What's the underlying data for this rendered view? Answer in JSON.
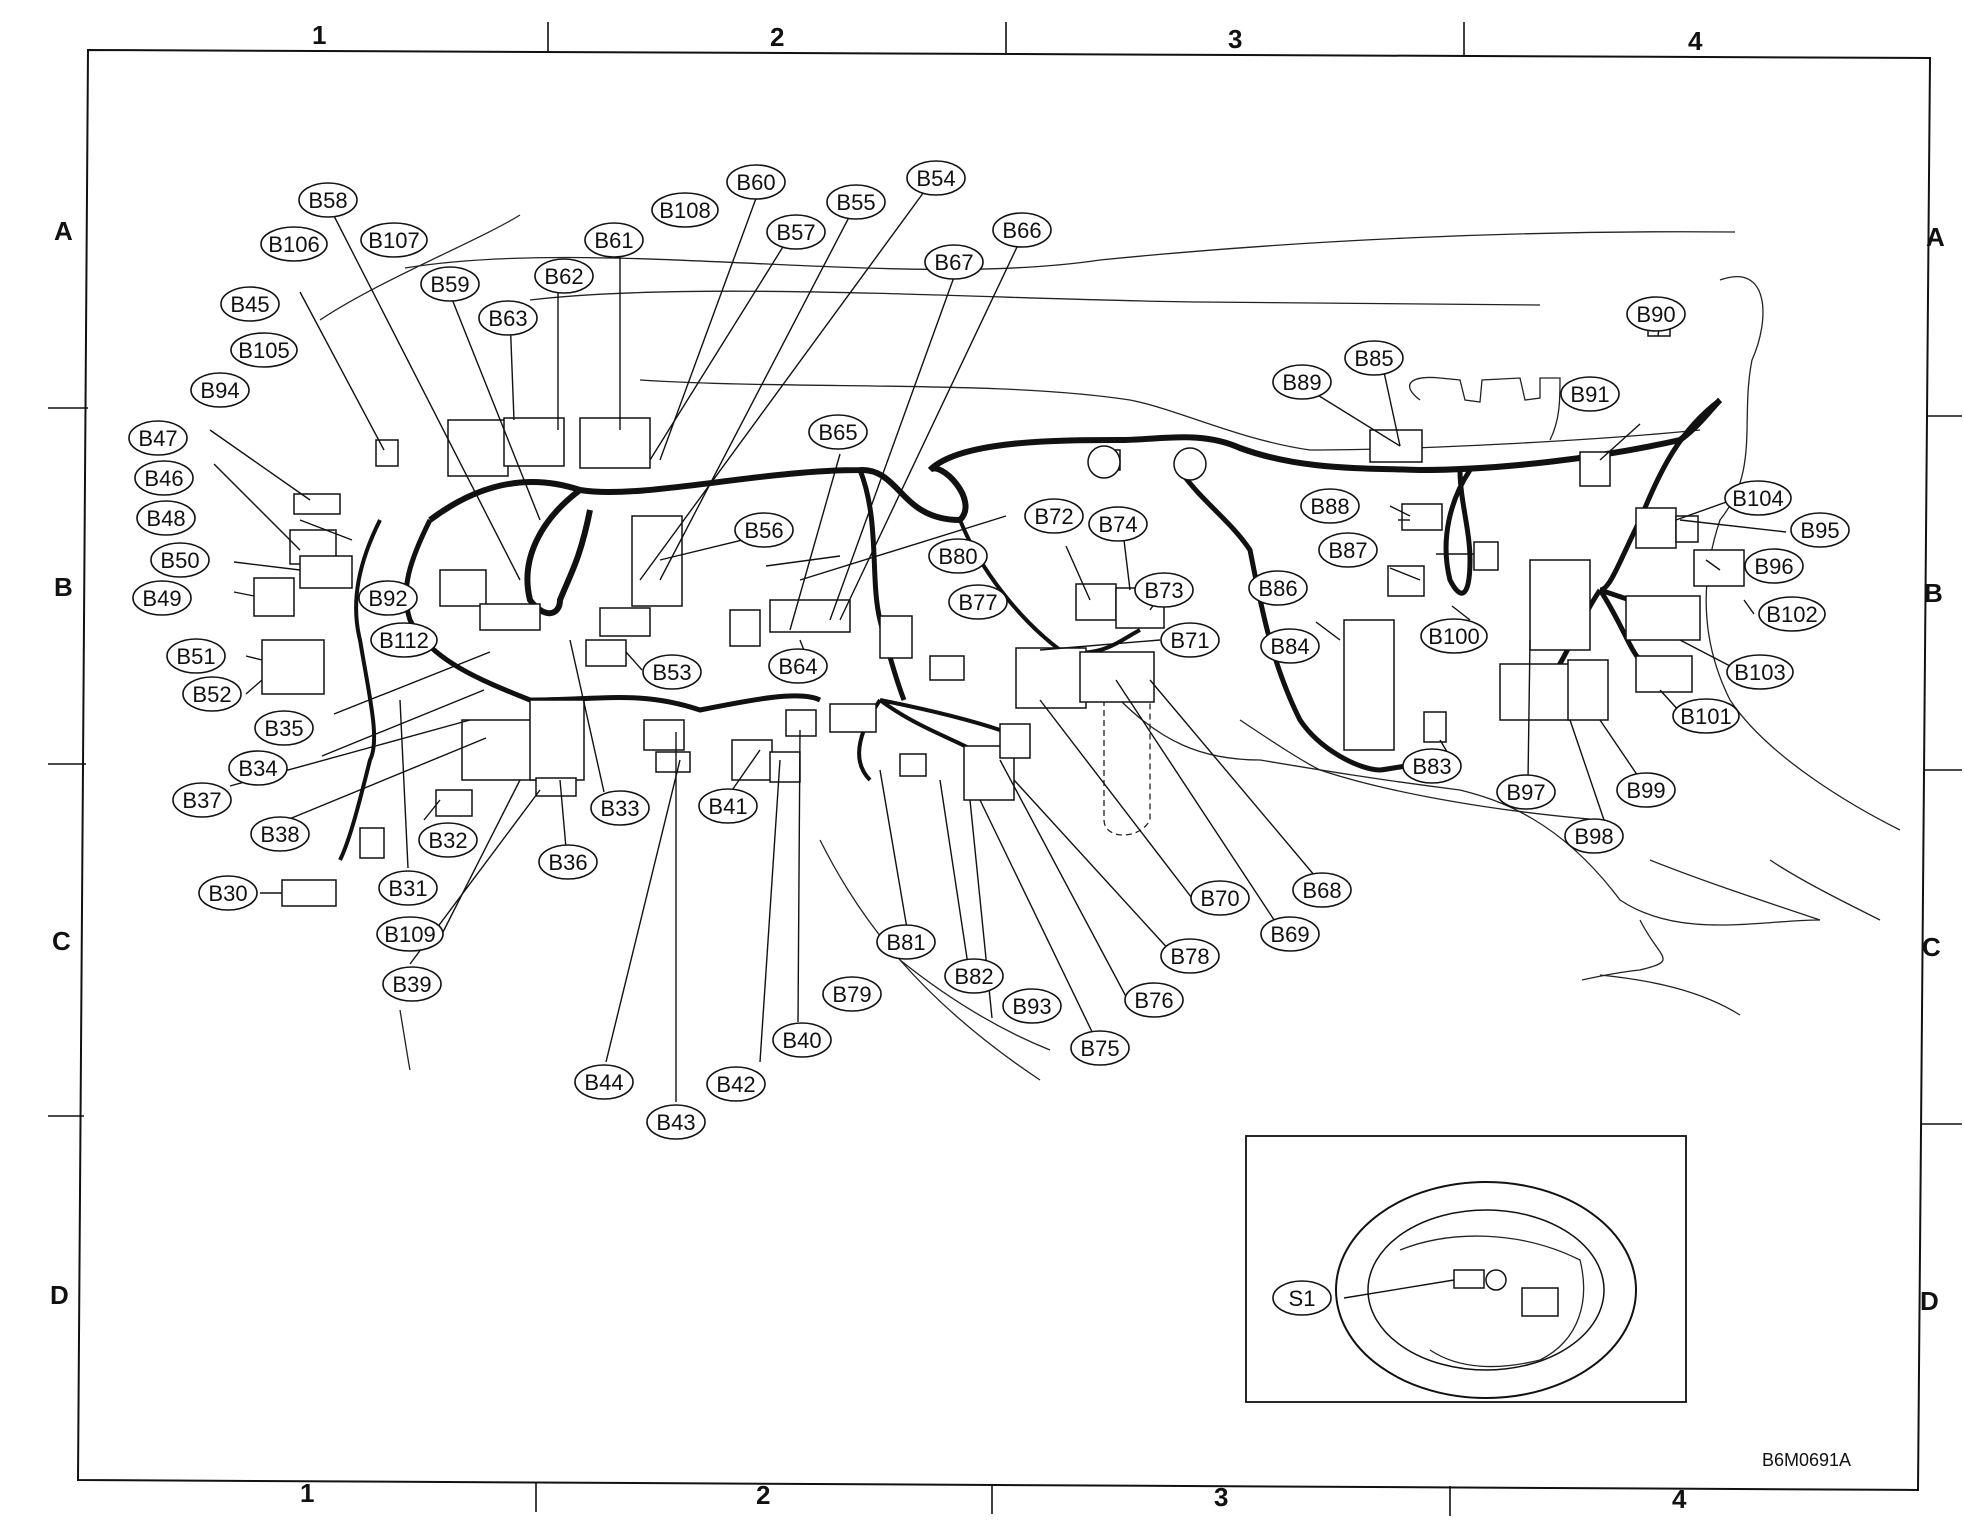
{
  "grid": {
    "columns": [
      "1",
      "2",
      "3",
      "4"
    ],
    "rows": [
      "A",
      "B",
      "C",
      "D"
    ]
  },
  "figure_code": "B6M0691A",
  "inset_connectors": [
    "S1"
  ],
  "connectors": [
    "B30",
    "B31",
    "B32",
    "B33",
    "B34",
    "B35",
    "B36",
    "B37",
    "B38",
    "B39",
    "B40",
    "B41",
    "B42",
    "B43",
    "B44",
    "B45",
    "B46",
    "B47",
    "B48",
    "B49",
    "B50",
    "B51",
    "B52",
    "B53",
    "B54",
    "B55",
    "B56",
    "B57",
    "B58",
    "B59",
    "B60",
    "B61",
    "B62",
    "B63",
    "B64",
    "B65",
    "B66",
    "B67",
    "B68",
    "B69",
    "B70",
    "B71",
    "B72",
    "B73",
    "B74",
    "B75",
    "B76",
    "B77",
    "B78",
    "B79",
    "B80",
    "B81",
    "B82",
    "B83",
    "B84",
    "B85",
    "B86",
    "B87",
    "B88",
    "B89",
    "B90",
    "B91",
    "B92",
    "B93",
    "B94",
    "B95",
    "B96",
    "B97",
    "B98",
    "B99",
    "B100",
    "B101",
    "B102",
    "B103",
    "B104",
    "B105",
    "B106",
    "B107",
    "B108",
    "B109",
    "B112"
  ]
}
